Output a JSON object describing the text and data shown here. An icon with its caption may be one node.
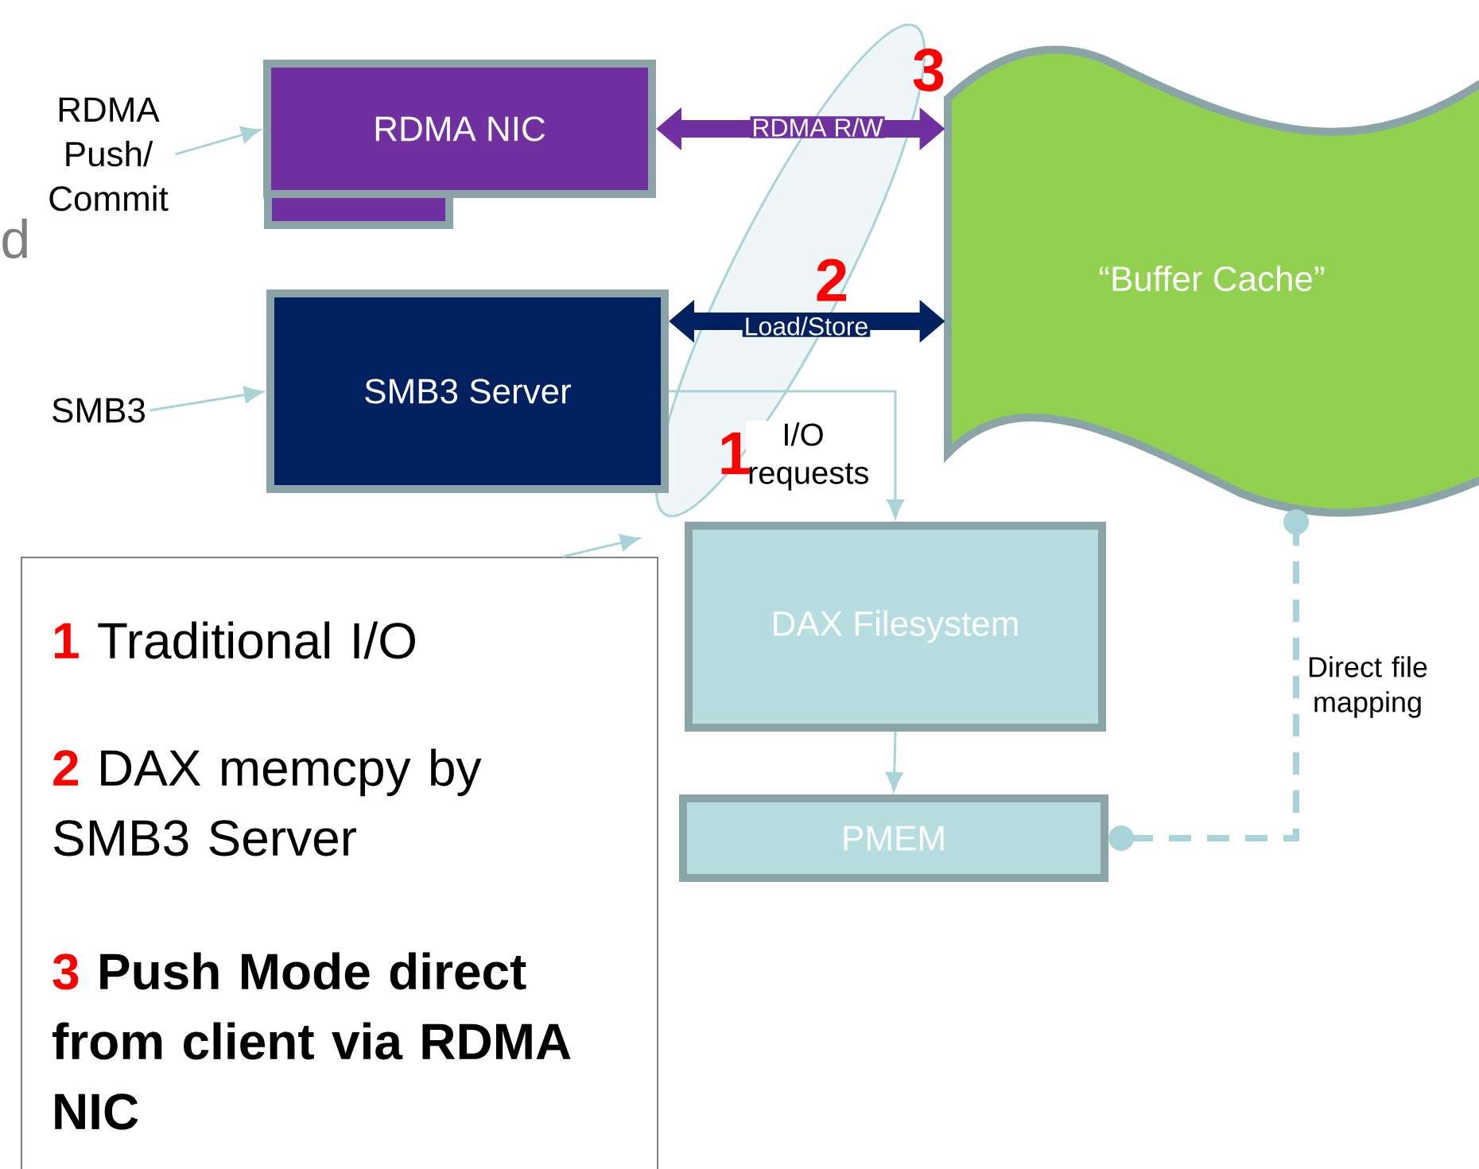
{
  "diagram": {
    "nodes": [
      {
        "text": [
          "RDMA Push/ Commit"
        ]
      },
      {
        "text": [
          "RDMA NIC"
        ]
      },
      {
        "text": [
          "SMB3"
        ]
      },
      {
        "text": [
          "SMB3 Server"
        ]
      },
      {
        "text": [
          "“Buffer Cache”"
        ]
      },
      {
        "text": [
          "DAX Filesystem"
        ]
      },
      {
        "text": [
          "PMEM"
        ]
      },
      {
        "text": [
          "1",
          "Traditional I/O",
          "2",
          "DAX memcpy by SMB3 Server",
          "3",
          "**Push Mode direct from client via RDMA NIC**"
        ]
      }
    ],
    "edges": [
      {
        "from": 0,
        "to": 1,
        "arrow": "to"
      },
      {
        "from": 2,
        "to": 3,
        "arrow": "to"
      },
      {
        "from": 1,
        "to": 4,
        "arrow": "both",
        "label": "RDMA R/W",
        "style": "thick",
        "color": "#7030a0"
      },
      {
        "from": 3,
        "to": 4,
        "arrow": "both",
        "label": "Load/Store",
        "style": "thick",
        "color": "#002060"
      },
      {
        "from": 3,
        "to": 5,
        "arrow": "to",
        "label": "I/O requests"
      },
      {
        "from": 5,
        "to": 6,
        "arrow": "to"
      },
      {
        "from": 6,
        "to": 4,
        "arrow": "other",
        "label": "Direct file mapping",
        "style": "dashed"
      },
      {
        "from": 7,
        "to": null,
        "arrow": "to"
      }
    ],
    "labels": [
      "d",
      "3",
      "2",
      "1"
    ]
  }
}
